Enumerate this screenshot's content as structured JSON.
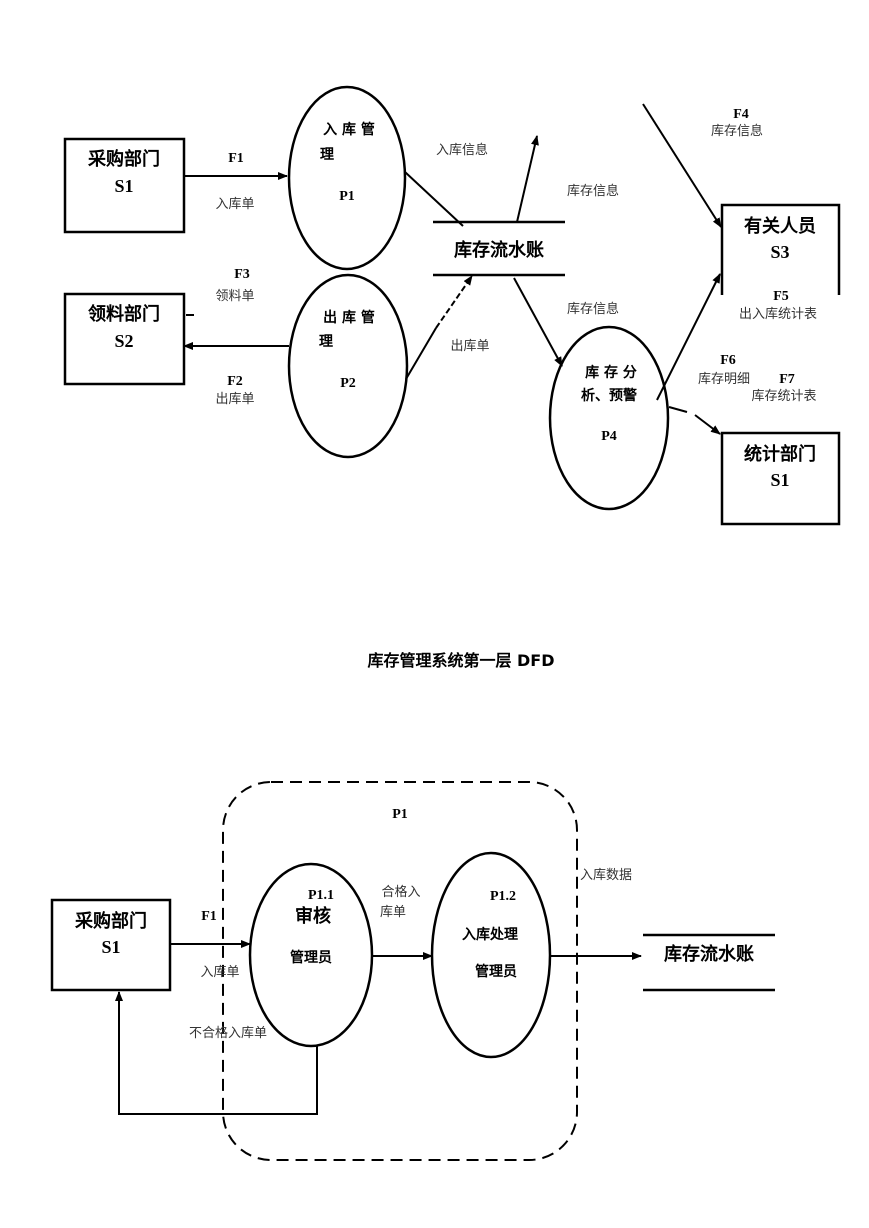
{
  "diagram1": {
    "title": "库存管理系统第一层 DFD",
    "entities": {
      "purchase": {
        "name": "采购部门",
        "code": "S1"
      },
      "material": {
        "name": "领料部门",
        "code": "S2"
      },
      "related": {
        "name": "有关人员",
        "code": "S3"
      },
      "stats": {
        "name": "统计部门",
        "code": "S1"
      }
    },
    "processes": {
      "p1": {
        "line1": "入 库 管",
        "line2": "理",
        "code": "P1"
      },
      "p2": {
        "line1": "出 库 管",
        "line2": "理",
        "code": "P2"
      },
      "p4": {
        "line1": "库 存 分",
        "line2": "析、预警",
        "code": "P4"
      }
    },
    "store": {
      "name": "库存流水账"
    },
    "flows": {
      "f1": {
        "code": "F1",
        "label": "入库单"
      },
      "f2": {
        "code": "F2",
        "label": "出库单"
      },
      "f3": {
        "code": "F3",
        "label": "领料单"
      },
      "f4": {
        "code": "F4",
        "label": "库存信息"
      },
      "f5": {
        "code": "F5",
        "label": "出入库统计表"
      },
      "f6": {
        "code": "F6",
        "label": "库存明细"
      },
      "f7": {
        "code": "F7",
        "label": "库存统计表"
      },
      "in_info": "入库信息",
      "stock_info_up": "库存信息",
      "stock_info_down": "库存信息",
      "out_slip": "出库单"
    }
  },
  "diagram2": {
    "boundary_label": "P1",
    "entity": {
      "name": "采购部门",
      "code": "S1"
    },
    "p11": {
      "code": "P1.1",
      "name": "审核",
      "role": "管理员"
    },
    "p12": {
      "code": "P1.2",
      "name": "入库处理",
      "role": "管理员"
    },
    "store": {
      "name": "库存流水账"
    },
    "flows": {
      "f1_code": "F1",
      "in_slip": "入库单",
      "qualified_line1": "合格入",
      "qualified_line2": "库单",
      "in_data": "入库数据",
      "unqualified": "不合格入库单"
    }
  }
}
